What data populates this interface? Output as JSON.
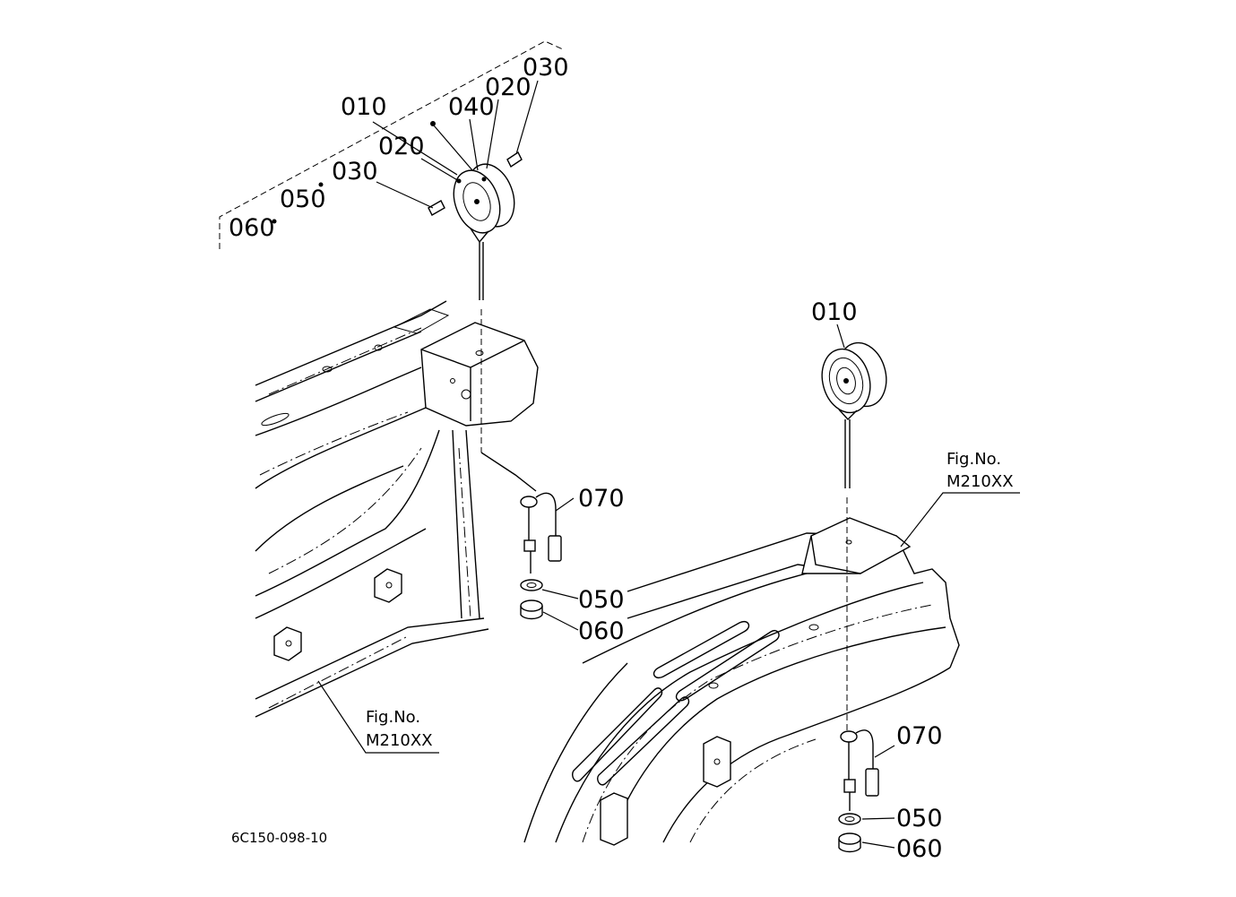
{
  "diagram_code": "6C150-098-10",
  "left_view": {
    "callouts": {
      "p010": "010",
      "p020_front": "020",
      "p020_back": "020",
      "p030_back": "030",
      "p030_front": "030",
      "p040": "040",
      "p050_top": "050",
      "p060_top": "060",
      "p070": "070",
      "p050": "050",
      "p060": "060"
    },
    "fig_ref": {
      "line1": "Fig.No.",
      "line2": "M210XX"
    }
  },
  "right_view": {
    "callouts": {
      "p010": "010",
      "p070": "070",
      "p050": "050",
      "p060": "060"
    },
    "fig_ref": {
      "line1": "Fig.No.",
      "line2": "M210XX"
    }
  }
}
